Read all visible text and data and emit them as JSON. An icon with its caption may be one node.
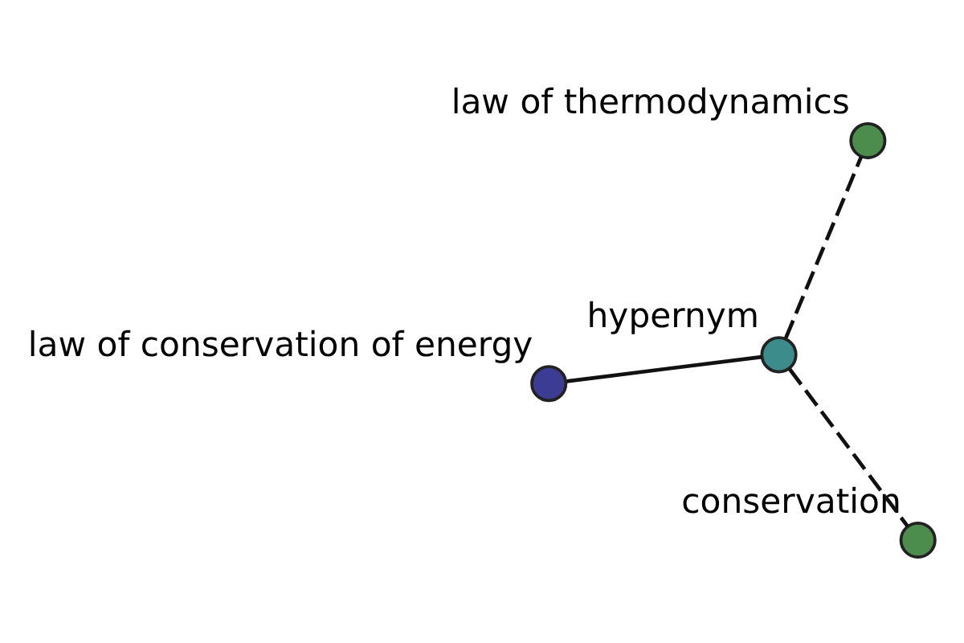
{
  "diagram": {
    "nodes": [
      {
        "text": [],
        "shape": "circle",
        "beside": [
          "law of conservation of energy"
        ]
      },
      {
        "text": [],
        "shape": "circle",
        "beside": [
          "hypernym"
        ]
      },
      {
        "text": [],
        "shape": "circle",
        "beside": [
          "conservation"
        ]
      },
      {
        "text": [],
        "shape": "circle",
        "beside": [
          "law of thermodynamics"
        ]
      }
    ],
    "edges": [
      {
        "from": 0,
        "to": 1,
        "arrow": "none"
      },
      {
        "from": 1,
        "to": 2,
        "arrow": "none",
        "style": "dashed"
      },
      {
        "from": 1,
        "to": 3,
        "arrow": "none",
        "style": "dashed"
      }
    ]
  }
}
